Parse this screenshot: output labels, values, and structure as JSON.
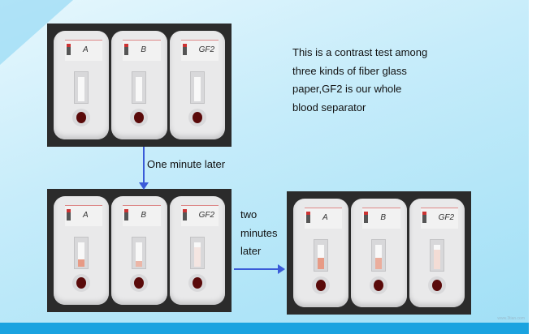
{
  "description_text": [
    "This is a contrast test among",
    "three kinds of fiber glass",
    "paper,GF2 is our whole",
    "blood separator"
  ],
  "arrow1_label": "One minute later",
  "arrow2_label": [
    "two",
    "minutes",
    "later"
  ],
  "cassette_labels": [
    "A",
    "B",
    "GF2"
  ],
  "watermark": "www.3tian.com",
  "colors": {
    "arrow": "#3a5bd8",
    "bottom_bar": "#1aa3e0"
  }
}
